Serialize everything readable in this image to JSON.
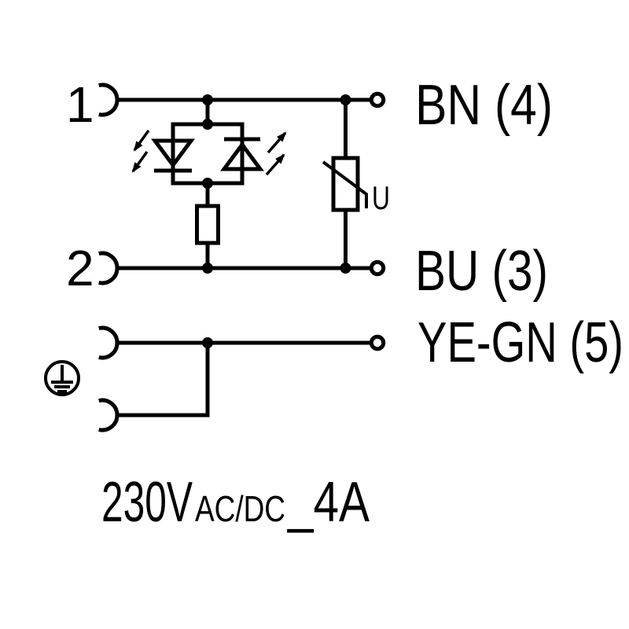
{
  "schematic": {
    "pin_labels": {
      "pin1": "1",
      "pin2": "2"
    },
    "wire_labels": {
      "bn": "BN (4)",
      "bu": "BU (3)",
      "yegn": "YE-GN (5)"
    },
    "varistor_label": "U",
    "rating": {
      "voltage": "230V",
      "mode": "AC/DC",
      "current": "_4A"
    },
    "components": {
      "led_indicator": "dual-led-antiparallel",
      "resistor": "series-resistor",
      "suppressor": "varistor",
      "earth": "protective-earth"
    },
    "colors": {
      "line": "#000000",
      "background": "#ffffff"
    }
  }
}
